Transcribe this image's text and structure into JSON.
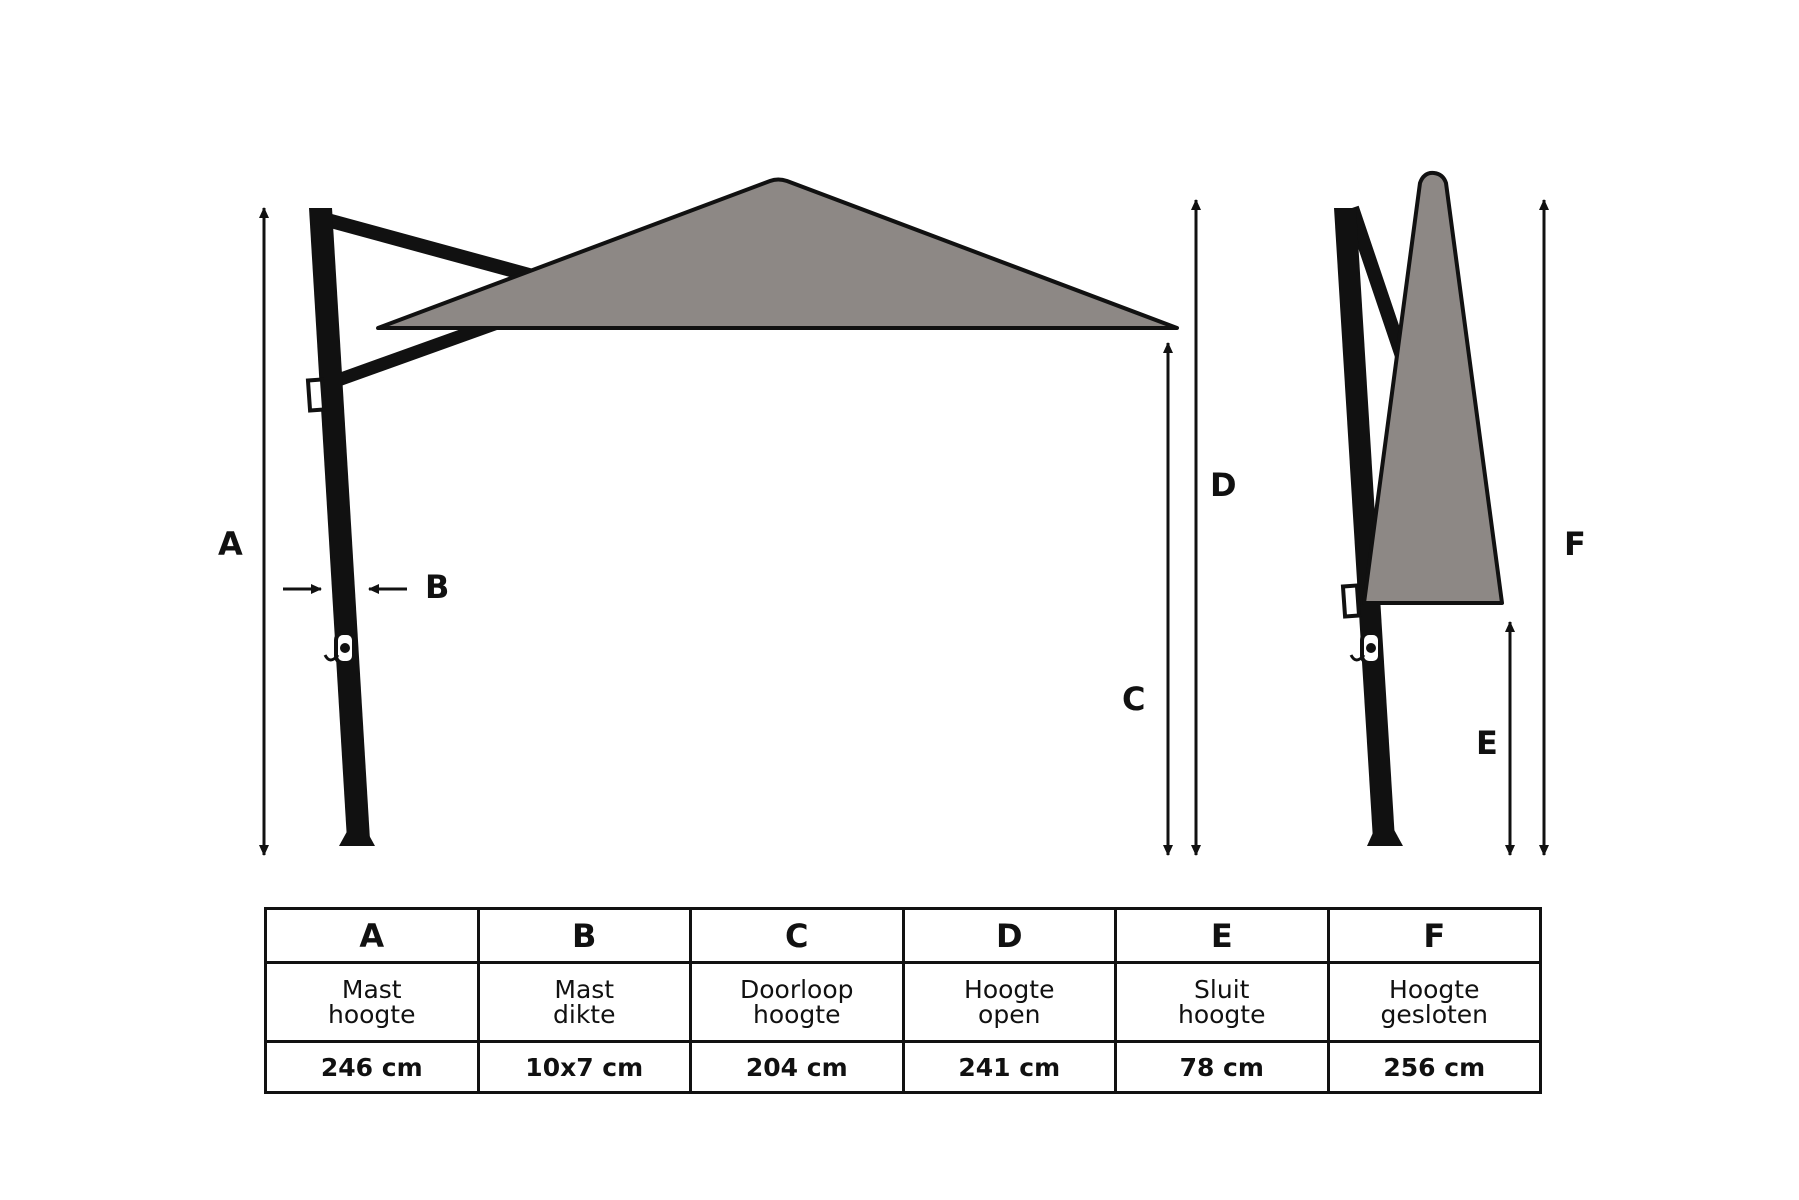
{
  "diagram": {
    "labels": {
      "A": "A",
      "B": "B",
      "C": "C",
      "D": "D",
      "E": "E",
      "F": "F"
    },
    "colors": {
      "canopy": "#8d8885",
      "frame": "#111111",
      "background": "#ffffff"
    }
  },
  "table": {
    "columns": [
      {
        "key": "A",
        "desc_line1": "Mast",
        "desc_line2": "hoogte",
        "value": "246 cm"
      },
      {
        "key": "B",
        "desc_line1": "Mast",
        "desc_line2": "dikte",
        "value": "10x7 cm"
      },
      {
        "key": "C",
        "desc_line1": "Doorloop",
        "desc_line2": "hoogte",
        "value": "204 cm"
      },
      {
        "key": "D",
        "desc_line1": "Hoogte",
        "desc_line2": "open",
        "value": "241 cm"
      },
      {
        "key": "E",
        "desc_line1": "Sluit",
        "desc_line2": "hoogte",
        "value": "78 cm"
      },
      {
        "key": "F",
        "desc_line1": "Hoogte",
        "desc_line2": "gesloten",
        "value": "256 cm"
      }
    ]
  }
}
